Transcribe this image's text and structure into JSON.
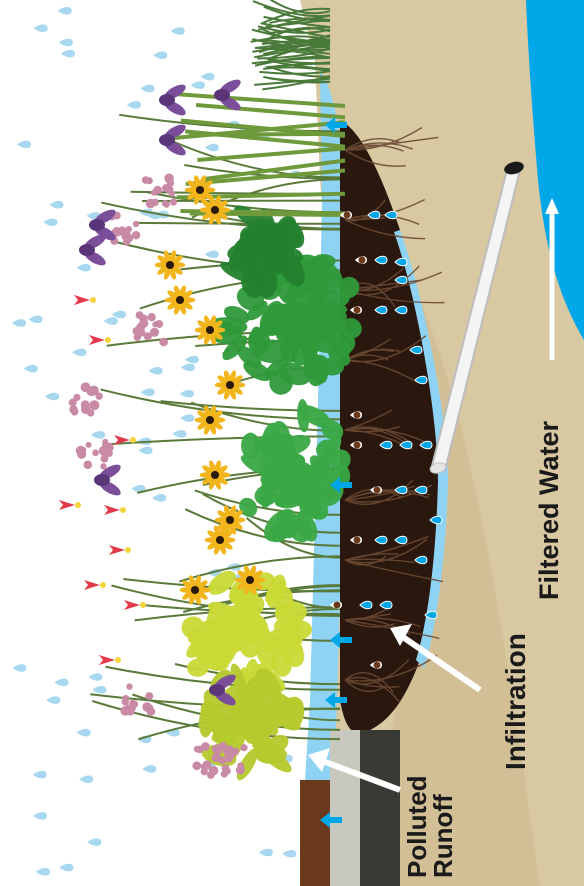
{
  "labels": {
    "polluted_runoff_line1": "Polluted",
    "polluted_runoff_line2": "Runoff",
    "infiltration": "Infiltration",
    "filtered_water": "Filtered Water"
  },
  "colors": {
    "sky": "#ffffff",
    "rain": "#a8d8f0",
    "sand": "#d9c9a2",
    "soil": "#2a170e",
    "water": "#00a7e8",
    "runoff_water": "#8fd3f4",
    "pipe": "#f4f4f4",
    "concrete": "#c8c8bf",
    "curb_soil": "#6b3a1c",
    "leaf_dark": "#2f9a3a",
    "leaf_light": "#c9d936",
    "flower_pink": "#c98aa5",
    "flower_yellow": "#f2b51b",
    "flower_red": "#e23a4a",
    "flower_purple": "#7b4e9a",
    "arrow": "#ffffff"
  },
  "icons": [
    "raindrop-icon",
    "pollutant-drop-icon",
    "water-drop-icon",
    "flow-arrow-icon"
  ]
}
